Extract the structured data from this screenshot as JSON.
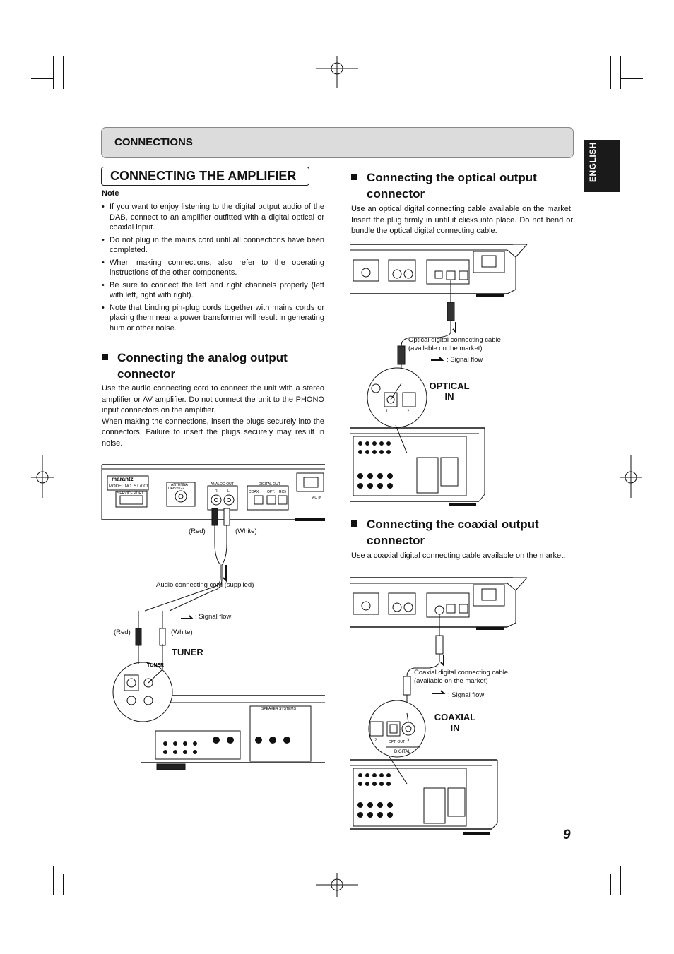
{
  "header": {
    "band_title": "CONNECTIONS",
    "language_tab": "ENGLISH"
  },
  "main": {
    "title": "CONNECTING THE AMPLIFIER",
    "note_label": "Note",
    "notes": [
      "If you want to enjoy listening to the digital output audio of the DAB, connect to an amplifier outfitted with a digital optical or coaxial input.",
      "Do not plug in the mains cord until all connections have been completed.",
      "When making connections, also refer to the operating instructions of the other components.",
      "Be sure to connect the left and right channels properly (left with left, right with right).",
      "Note that binding pin-plug cords together with mains cords or placing them near a power transformer will result in generating hum or other noise."
    ]
  },
  "analog": {
    "title_line1": "Connecting the analog output",
    "title_line2": "connector",
    "para1": "Use the audio connecting cord to connect the unit with a stereo amplifier or AV amplifier. Do not connect the unit to the PHONO input connectors on the amplifier.",
    "para2": "When making the connections, insert the plugs securely into the connectors. Failure to insert the plugs securely may result in noise.",
    "diagram": {
      "brand": "marantz",
      "model": "MODEL NO. ST7001",
      "service_port": "SERVICE PORT",
      "antenna": "ANTENNA",
      "antenna_sub": "DAB/7022",
      "analog_out": "ANALOG OUT",
      "r": "R",
      "l": "L",
      "digital_out": "DIGITAL OUT",
      "coax": "COAX.",
      "opt": "OPT.",
      "rc5": "RC5",
      "ac_in": "AC IN",
      "red_top": "(Red)",
      "white_top": "(White)",
      "cord_label": "Audio connecting cord (supplied)",
      "signal_flow": ":  Signal flow",
      "red_bottom": "(Red)",
      "white_bottom": "(White)",
      "tuner_callout": "TUNER",
      "tuner_small": "TUNER",
      "speaker_systems": "SPEAKER SYSTEMS"
    }
  },
  "optical": {
    "title_line1": "Connecting the optical output",
    "title_line2": "connector",
    "para": "Use an optical digital connecting cable available on the market.  Insert the plug firmly in until it clicks into place.  Do not bend or bundle the optical digital connecting cable.",
    "diagram": {
      "cable_label_line1": "Optical digital connecting cable",
      "cable_label_line2": "(available on the market)",
      "signal_flow": ":  Signal flow",
      "callout_line1": "OPTICAL",
      "callout_line2": "IN",
      "port_nums": [
        "1",
        "2"
      ]
    }
  },
  "coaxial": {
    "title_line1": "Connecting the coaxial output",
    "title_line2": "connector",
    "para": "Use a coaxial digital connecting cable available on the market.",
    "diagram": {
      "cable_label_line1": "Coaxial digital connecting cable",
      "cable_label_line2": "(available on the market)",
      "signal_flow": ":  Signal flow",
      "callout_line1": "COAXIAL",
      "callout_line2": "IN",
      "opt_out": "OPT. OUT",
      "digital": "DIGITAL",
      "port_nums": [
        "2",
        "3"
      ]
    }
  },
  "footer": {
    "page_number": "9"
  }
}
